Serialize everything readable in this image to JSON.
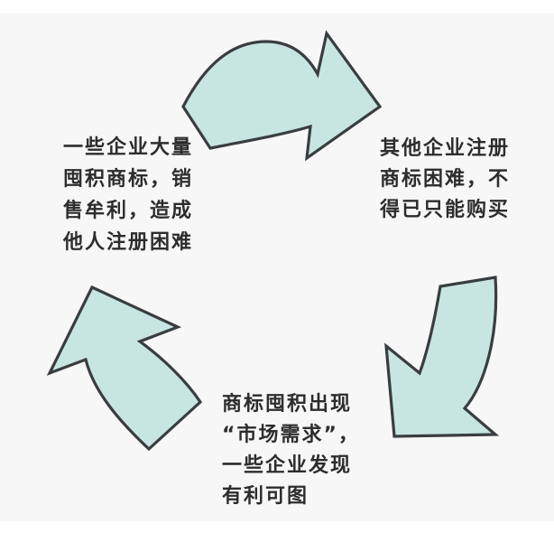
{
  "canvas": {
    "page_background": "#ffffff",
    "panel_background": "#f7f7f7"
  },
  "diagram": {
    "type": "cycle",
    "arrow_fill": "#c8e6e1",
    "arrow_stroke": "#3a3d40",
    "text_color": "#2d2d2d",
    "nodes": {
      "left": {
        "text": "一些企业大量囤积商标，销售牟利，造成他人注册困难",
        "lines": [
          "一些企业大量",
          "囤积商标，销",
          "售牟利，造成",
          "他人注册困难"
        ]
      },
      "right": {
        "text": "其他企业注册商标困难，不得已只能购买",
        "lines": [
          "其他企业注册",
          "商标困难，不",
          "得已只能购买"
        ]
      },
      "bottom": {
        "text": "商标囤积出现“市场需求”，一些企业发现有利可图",
        "lines": [
          "商标囤积出现",
          "“市场需求”，",
          "一些企业发现",
          "有利可图"
        ]
      }
    },
    "arrows": [
      {
        "name": "top",
        "direction": "right"
      },
      {
        "name": "right",
        "direction": "down-left"
      },
      {
        "name": "left",
        "direction": "up-left"
      }
    ]
  }
}
